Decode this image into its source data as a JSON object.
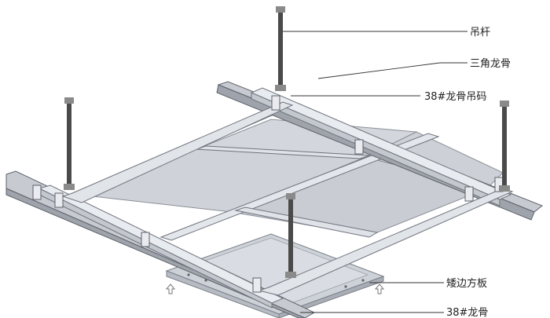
{
  "labels": {
    "hanger_rod": "吊杆",
    "triangle_keel": "三角龙骨",
    "keel_clip": "38#龙骨吊码",
    "panel": "矮边方板",
    "keel_38": "38#龙骨"
  },
  "colors": {
    "panel_fill": "#cfd2d8",
    "panel_edge": "#8b8f97",
    "keel_fill": "#d9dce2",
    "keel_edge": "#6e737c",
    "rod": "#4a4a4a"
  },
  "icons": [
    "hanger-rod-icon",
    "keel-clip-icon",
    "arrow-up-icon"
  ]
}
